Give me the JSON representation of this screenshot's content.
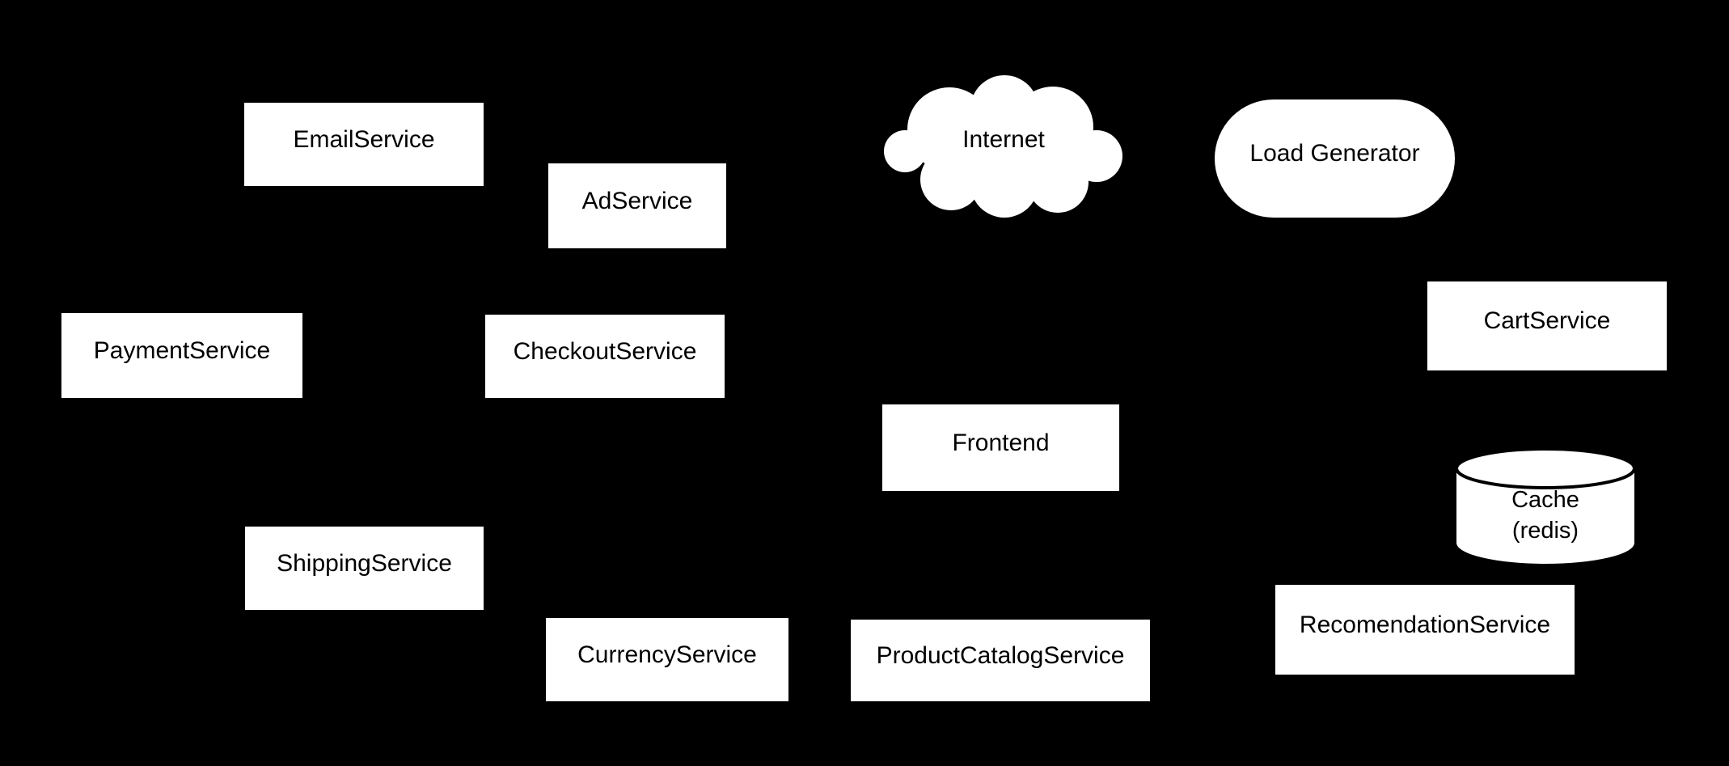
{
  "diagram": {
    "background_color": "#000000",
    "node_fill_color": "#ffffff",
    "node_text_color": "#000000",
    "cylinder_rim_color": "#000000",
    "nodes": [
      {
        "id": "email-service",
        "label": "EmailService",
        "shape": "rect"
      },
      {
        "id": "ad-service",
        "label": "AdService",
        "shape": "rect"
      },
      {
        "id": "internet",
        "label": "Internet",
        "shape": "cloud"
      },
      {
        "id": "load-generator",
        "label": "Load Generator",
        "shape": "stadium"
      },
      {
        "id": "payment-service",
        "label": "PaymentService",
        "shape": "rect"
      },
      {
        "id": "checkout-service",
        "label": "CheckoutService",
        "shape": "rect"
      },
      {
        "id": "cart-service",
        "label": "CartService",
        "shape": "rect"
      },
      {
        "id": "frontend",
        "label": "Frontend",
        "shape": "rect"
      },
      {
        "id": "cache-redis",
        "label": "Cache (redis)",
        "label_line1": "Cache",
        "label_line2": "(redis)",
        "shape": "cylinder"
      },
      {
        "id": "shipping-service",
        "label": "ShippingService",
        "shape": "rect"
      },
      {
        "id": "currency-service",
        "label": "CurrencyService",
        "shape": "rect"
      },
      {
        "id": "product-catalog-service",
        "label": "ProductCatalogService",
        "shape": "rect"
      },
      {
        "id": "recomendation-service",
        "label": "RecomendationService",
        "shape": "rect"
      }
    ]
  }
}
